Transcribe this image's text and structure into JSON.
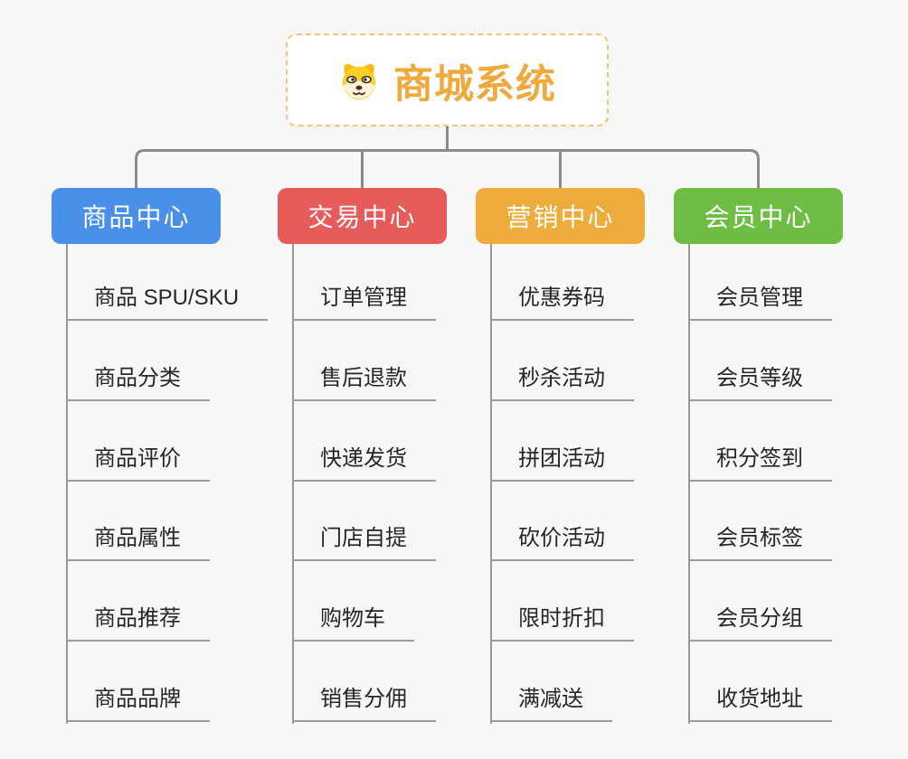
{
  "root": {
    "title": "商城系统",
    "icon": "shiba-dog-icon",
    "text_color": "#F0A93C",
    "border_color": "#F2C67C",
    "background": "#FFFFFF"
  },
  "branches": [
    {
      "label": "商品中心",
      "color": "#4A90E8",
      "items": [
        "商品 SPU/SKU",
        "商品分类",
        "商品评价",
        "商品属性",
        "商品推荐",
        "商品品牌"
      ]
    },
    {
      "label": "交易中心",
      "color": "#E65C5A",
      "items": [
        "订单管理",
        "售后退款",
        "快递发货",
        "门店自提",
        "购物车",
        "销售分佣"
      ]
    },
    {
      "label": "营销中心",
      "color": "#EEAC3C",
      "items": [
        "优惠券码",
        "秒杀活动",
        "拼团活动",
        "砍价活动",
        "限时折扣",
        "满减送"
      ]
    },
    {
      "label": "会员中心",
      "color": "#6EBE45",
      "items": [
        "会员管理",
        "会员等级",
        "积分签到",
        "会员标签",
        "会员分组",
        "收货地址"
      ]
    }
  ],
  "colors": {
    "background": "#F7F7F7",
    "connector_line": "#8A8A8A",
    "leaf_underline": "#9C9C9C",
    "leaf_text": "#262626",
    "header_text": "#FFFFFF"
  }
}
